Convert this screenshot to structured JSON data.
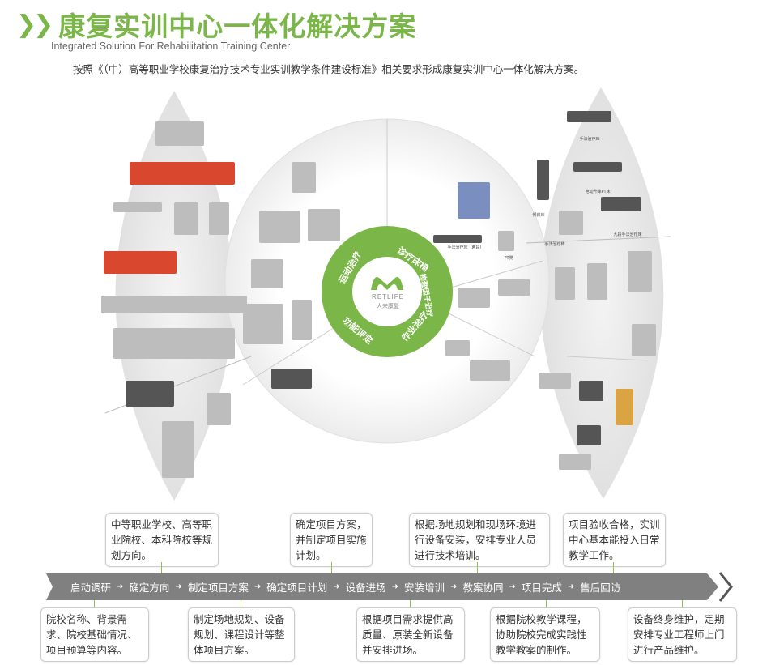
{
  "header": {
    "title": "康复实训中心一体化解决方案",
    "subtitle": "Integrated Solution For Rehabilitation Training Center",
    "intro": "按照《（中）高等职业学校康复治疗技术专业实训教学条件建设标准》相关要求形成康复实训中心一体化解决方案。"
  },
  "center": {
    "logo_text": "RETLIFE",
    "logo_cn": "人来康复",
    "segments": [
      "运动治疗",
      "诊疗床椅",
      "物理因子治疗",
      "作业治疗",
      "功能评定"
    ],
    "accent": "#7ab648"
  },
  "equipment": {
    "right_top": [
      "手法治疗床",
      "电动升降PT床",
      "倾斜床",
      "九段手法治疗床",
      "手法治疗椅"
    ],
    "center_top": [
      "PT凳",
      "手法治疗床（两段）"
    ]
  },
  "process": {
    "steps": [
      "启动调研",
      "确定方向",
      "制定项目方案",
      "确定项目计划",
      "设备进场",
      "安装培训",
      "教案协同",
      "项目完成",
      "售后回访"
    ],
    "top_notes": [
      "中等职业学校、高等职业院校、本科院校等规划方向。",
      "确定项目方案，并制定项目实施计划。",
      "根据场地规划和现场环境进行设备安装，安排专业人员进行技术培训。",
      "项目验收合格，实训中心基本能投入日常教学工作。"
    ],
    "bottom_notes": [
      "院校名称、背景需求、院校基础情况、项目预算等内容。",
      "制定场地规划、设备规划、课程设计等整体项目方案。",
      "根据项目需求提供高质量、原装全新设备并安排进场。",
      "根据院校教学课程，协助院校完成实践性教学教案的制作。",
      "设备终身维护，定期安排专业工程师上门进行产品维护。"
    ]
  }
}
